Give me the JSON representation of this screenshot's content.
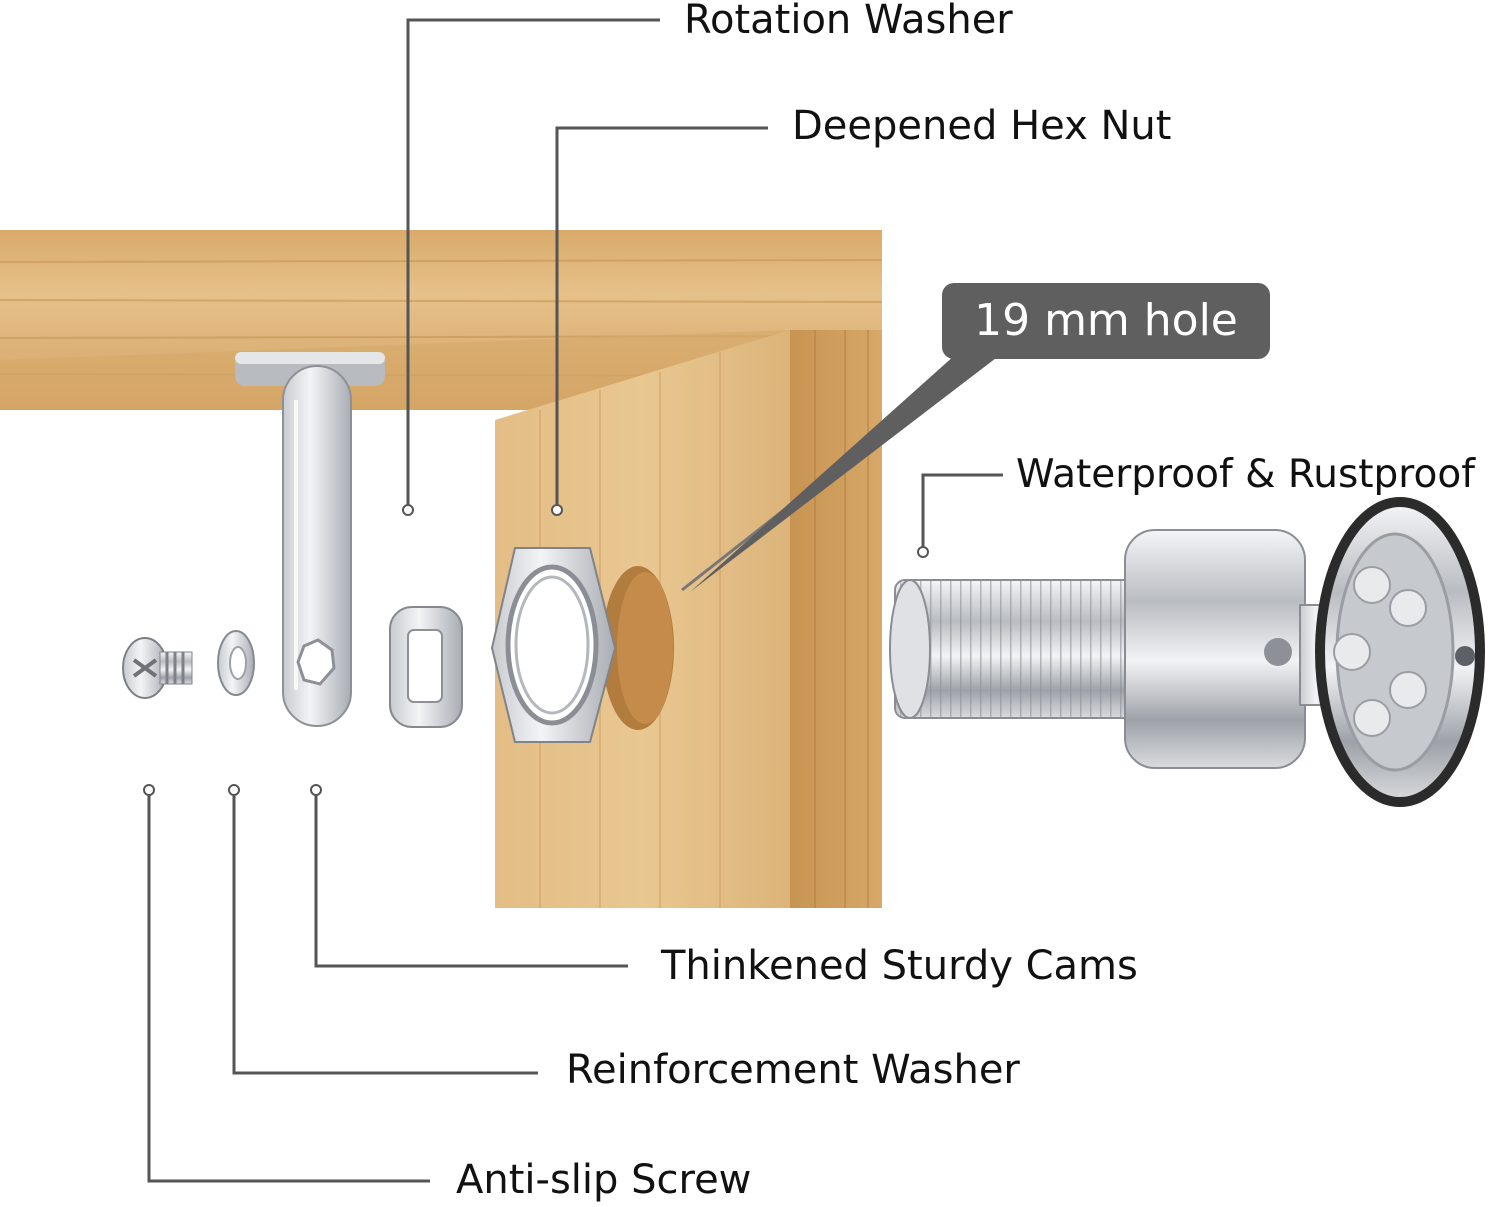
{
  "labels": {
    "rotation_washer": "Rotation Washer",
    "deepened_hex_nut": "Deepened Hex Nut",
    "hole_size": "19 mm hole",
    "waterproof_rustproof": "Waterproof & Rustproof",
    "thickened_sturdy_cams": "Thinkened Sturdy Cams",
    "reinforcement_washer": "Reinforcement Washer",
    "anti_slip_screw": "Anti-slip Screw"
  },
  "colors": {
    "wood_light": "#e7c189",
    "wood_dark": "#c99656",
    "metal": "#d4d6d9",
    "metal_dark": "#8c8f94",
    "leader_line": "#555555",
    "badge": "#5f5f5f"
  }
}
